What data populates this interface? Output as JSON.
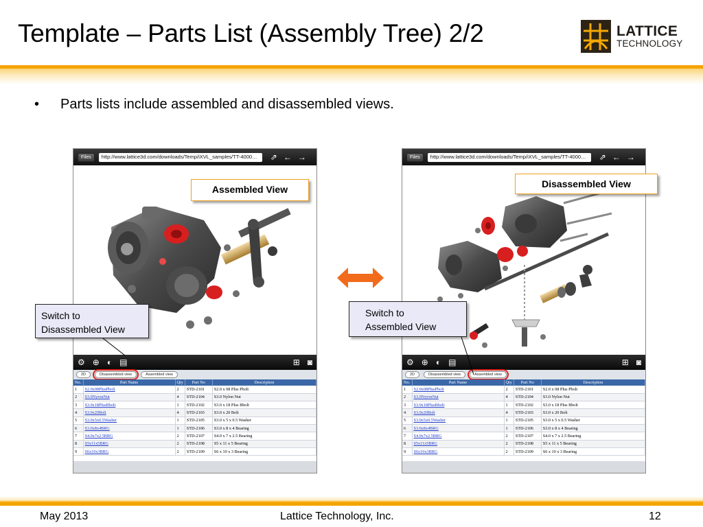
{
  "slide": {
    "title": "Template – Parts List (Assembly Tree) 2/2",
    "bullet_symbol": "•",
    "bullet": "Parts lists include assembled and disassembled views.",
    "logo": {
      "line1": "LATTICE",
      "line2": "TECHNOLOGY"
    }
  },
  "colors": {
    "accent_orange": "#f4a400",
    "header_blue": "#3a67a7",
    "highlight_red": "#e0201a",
    "arrow_orange": "#f26a1b"
  },
  "callouts": {
    "assembled_view": "Assembled View",
    "disassembled_view": "Disassembled View",
    "switch_disassembled": [
      "Switch to",
      "Disassembled View"
    ],
    "switch_assembled": [
      "Switch to",
      "Assembled View"
    ]
  },
  "viewer": {
    "files_label": "Files",
    "url": "http://www.lattice3d.com/downloads/Temp/iXVL_samples/TT-4000…",
    "top_icons": [
      "share-icon",
      "back-arrow-icon",
      "forward-arrow-icon"
    ],
    "tool_icons": [
      "gear-icon",
      "view-cube-icon",
      "contrast-icon",
      "list-icon",
      "tree-icon",
      "camera-icon"
    ],
    "btn_2d": "2D",
    "btn_disassembled": "Disassembled view",
    "btn_assembled": "Assembled view",
    "columns": [
      "No.",
      "Part Name",
      "Qty",
      "Part No",
      "Description"
    ],
    "rows": [
      [
        "1",
        "S2.0x08PlusPbolt",
        "2",
        "STD-2101",
        "S2.0 x 08 Plus Pbolt"
      ],
      [
        "2",
        "S3.0NyronNut",
        "4",
        "STD-2104",
        "S3.0 Nylon Nut"
      ],
      [
        "3",
        "S3.0x18PlusBbolt",
        "1",
        "STD-2102",
        "S3.0 x 18 Plus Bbolt"
      ],
      [
        "4",
        "S3.0x20Bolt",
        "4",
        "STD-2103",
        "S3.0 x 20 Bolt"
      ],
      [
        "5",
        "S3.0x5x0.5Washer",
        "1",
        "STD-2105",
        "S3.0 x 5 x 0.5 Washer"
      ],
      [
        "6",
        "S3.0x8x4BRG",
        "1",
        "STD-2106",
        "S3.0 x 8 x 4 Bearing"
      ],
      [
        "7",
        "S4.0x7x2.5BRG",
        "2",
        "STD-2107",
        "S4.0 x 7 x 2.5 Bearing"
      ],
      [
        "8",
        "S5x11x5BRG",
        "2",
        "STD-2108",
        "S5 x 11 x 5 Bearing"
      ],
      [
        "9",
        "S6x10x3BRG",
        "2",
        "STD-2109",
        "S6 x 10 x 3 Bearing"
      ]
    ]
  },
  "footer": {
    "date": "May 2013",
    "company": "Lattice Technology, Inc.",
    "page": "12"
  }
}
